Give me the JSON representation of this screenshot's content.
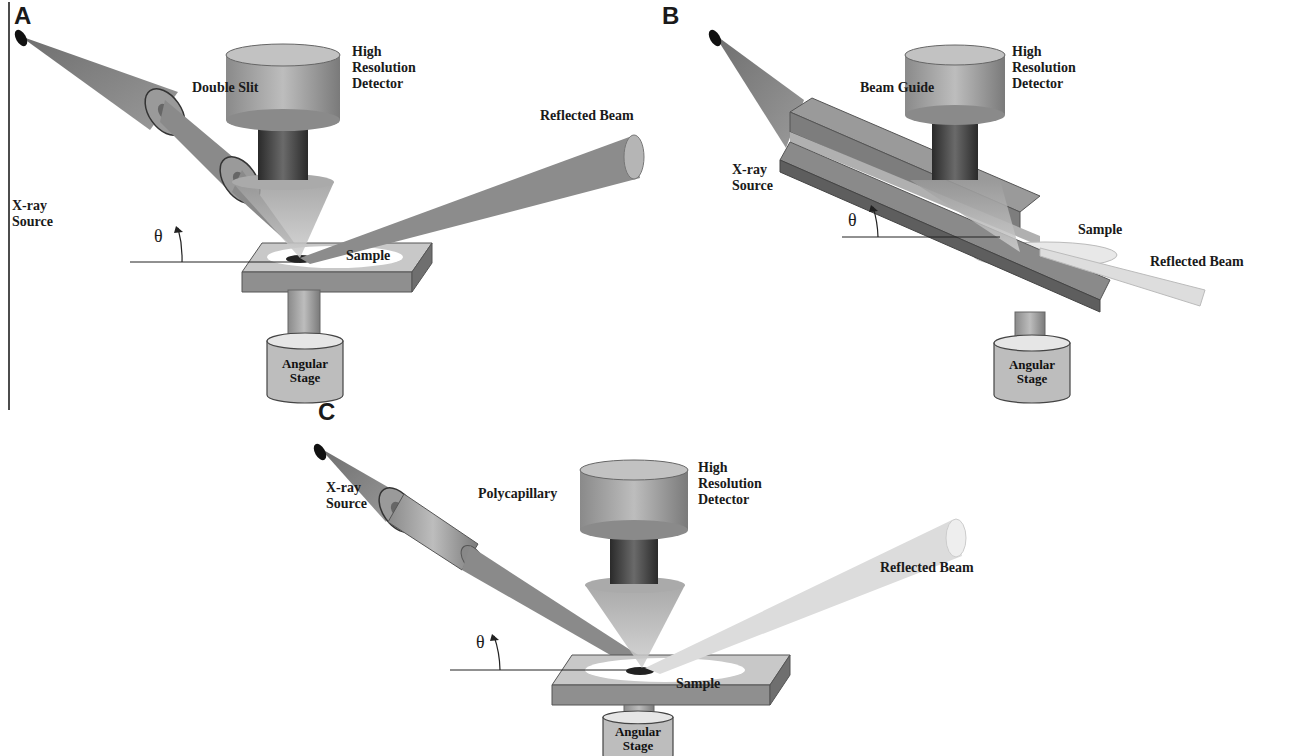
{
  "diagram": {
    "nodes": [
      {
        "text": [
          "Angular Stage"
        ]
      },
      {
        "text": [
          "Angular Stage"
        ]
      },
      {
        "text": [
          "Angular Stage"
        ]
      }
    ],
    "labels": [
      "A",
      "X-ray Source",
      "Double Slit",
      "High Resolution Detector",
      "Reflected Beam",
      "θ",
      "Sample",
      "B",
      "High Resolution Detector",
      "X-ray Source",
      "Beam Guide",
      "θ",
      "Sample",
      "Reflected Beam",
      "C",
      "High Resolution Detector",
      "X-ray Source",
      "Polycapillary",
      "Reflected Beam",
      "θ",
      "Sample"
    ]
  }
}
